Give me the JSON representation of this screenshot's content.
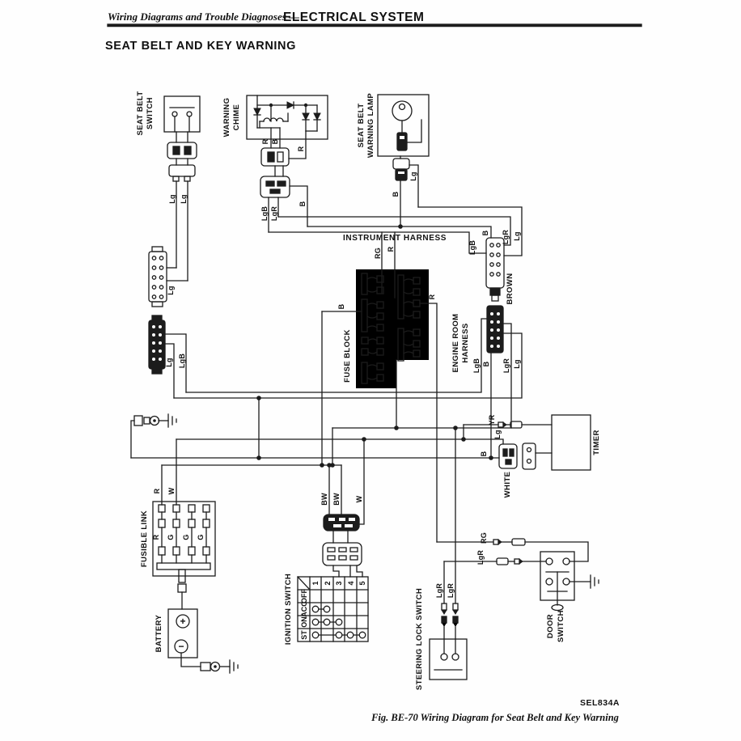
{
  "header": {
    "series_title": "Wiring Diagrams and Trouble Diagnoses —",
    "section_title": "ELECTRICAL SYSTEM"
  },
  "page_title": "SEAT BELT AND KEY WARNING",
  "figure": {
    "code": "SEL834A",
    "caption": "Fig. BE-70   Wiring Diagram for Seat Belt and Key Warning"
  },
  "components": {
    "seat_belt_switch": {
      "line1": "SEAT BELT",
      "line2": "SWITCH"
    },
    "warning_chime": {
      "line1": "WARNING",
      "line2": "CHIME"
    },
    "seat_belt_warning_lamp": {
      "line1": "SEAT BELT",
      "line2": "WARNING LAMP"
    },
    "instrument_harness": "INSTRUMENT HARNESS",
    "fuse_block": "FUSE BLOCK",
    "engine_room_harness": {
      "line1": "ENGINE ROOM",
      "line2": "HARNESS"
    },
    "brown_connector": "BROWN",
    "white_connector": "WHITE",
    "timer": "TIMER",
    "fusible_link": "FUSIBLE LINK",
    "battery": "BATTERY",
    "ignition_switch": "IGNITION SWITCH",
    "steering_lock_switch": "STEERING LOCK SWITCH",
    "door_switch": {
      "line1": "DOOR",
      "line2": "SWITCH"
    }
  },
  "wires": {
    "lg": "Lg",
    "lgb": "LgB",
    "lgr": "LgR",
    "b": "B",
    "r": "R",
    "rg": "RG",
    "g": "G",
    "w": "W",
    "bw": "BW",
    "yr": "YR"
  },
  "battery_terminals": {
    "positive": "+",
    "negative": "−"
  },
  "ignition": {
    "columns": [
      "1",
      "2",
      "3",
      "4",
      "5"
    ],
    "rows": [
      {
        "label": "OFF",
        "closed_contacts": []
      },
      {
        "label": "ACC",
        "closed_contacts": [
          1,
          2
        ]
      },
      {
        "label": "ON",
        "closed_contacts": [
          1,
          2,
          3
        ]
      },
      {
        "label": "ST",
        "closed_contacts": [
          1,
          3,
          4,
          5
        ]
      }
    ]
  }
}
